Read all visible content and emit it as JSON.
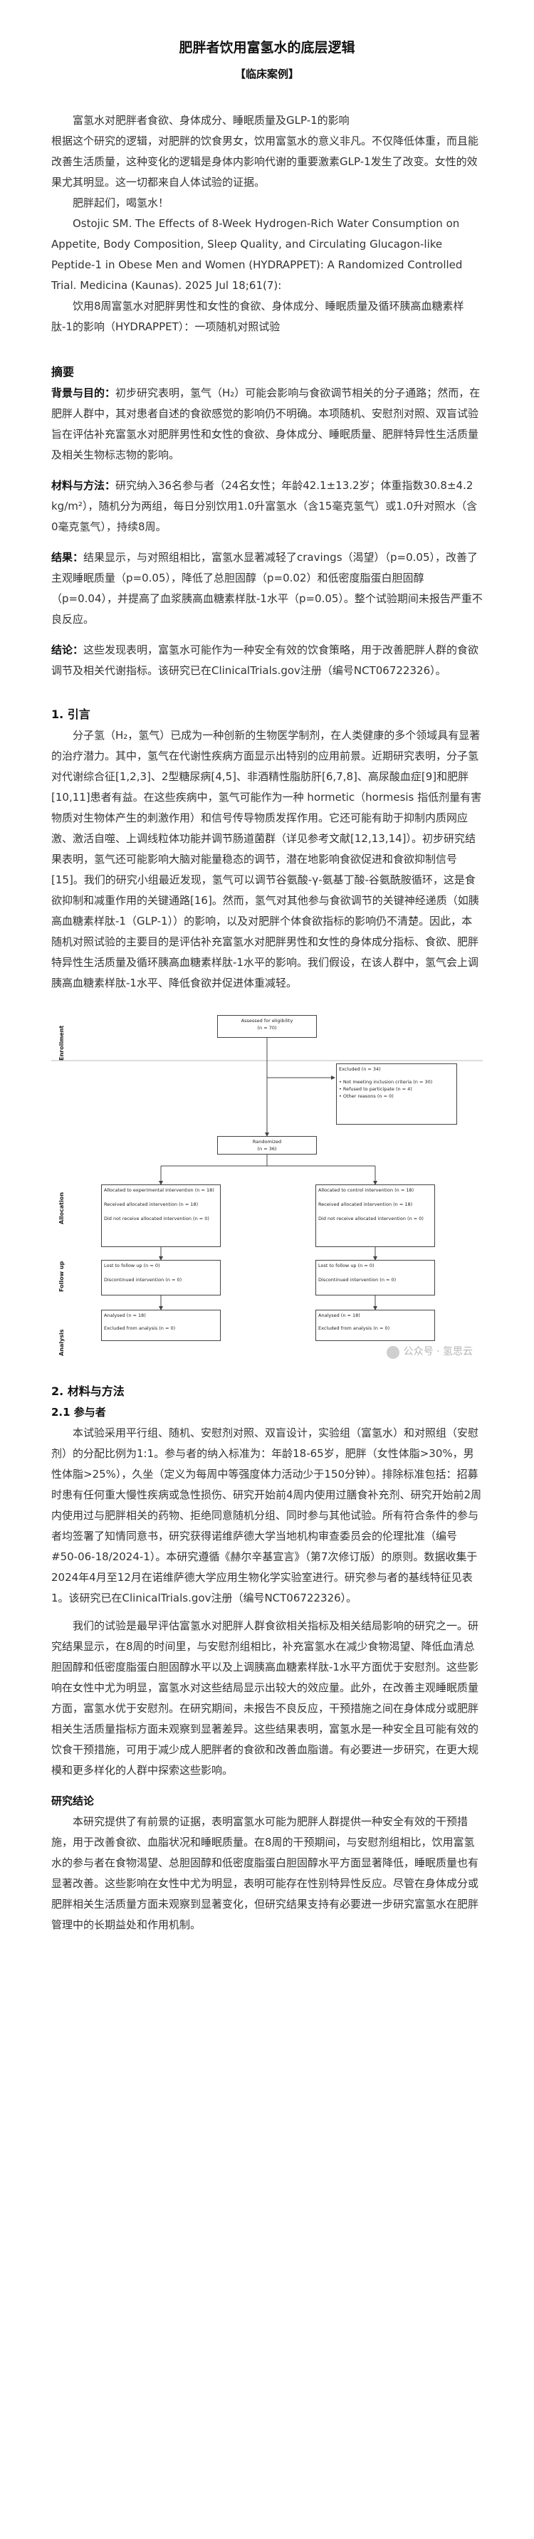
{
  "article": {
    "title": "肥胖者饮用富氢水的底层逻辑",
    "subtitle": "【临床案例】",
    "intro": [
      "富氢水对肥胖者食欲、身体成分、睡眠质量及GLP-1的影响",
      "根据这个研究的逻辑，对肥胖的饮食男女，饮用富氢水的意义非凡。不仅降低体重，而且能改善生活质量，这种变化的逻辑是身体内影响代谢的重要激素GLP-1发生了改变。女性的效果尤其明显。这一切都来自人体试验的证据。",
      "肥胖起们，喝氢水！"
    ],
    "reference_en": "Ostojic SM. The Effects of 8-Week Hydrogen-Rich Water Consumption on Appetite, Body Composition, Sleep Quality, and Circulating Glucagon-like Peptide-1 in Obese Men and Women (HYDRAPPET): A Randomized Controlled Trial. Medicina (Kaunas). 2025 Jul 18;61(7):",
    "reference_cn": "饮用8周富氢水对肥胖男性和女性的食欲、身体成分、睡眠质量及循环胰高血糖素样肽-1的影响（HYDRAPPET）：一项随机对照试验",
    "abstract": {
      "heading": "摘要",
      "items": [
        {
          "label": "背景与目的：",
          "text": "初步研究表明，氢气（H₂）可能会影响与食欲调节相关的分子通路；然而，在肥胖人群中，其对患者自述的食欲感觉的影响仍不明确。本项随机、安慰剂对照、双盲试验旨在评估补充富氢水对肥胖男性和女性的食欲、身体成分、睡眠质量、肥胖特异性生活质量及相关生物标志物的影响。"
        },
        {
          "label": "材料与方法：",
          "text": "研究纳入36名参与者（24名女性；年龄42.1±13.2岁；体重指数30.8±4.2 kg/m²），随机分为两组，每日分别饮用1.0升富氢水（含15毫克氢气）或1.0升对照水（含0毫克氢气），持续8周。"
        },
        {
          "label": "结果：",
          "text": "结果显示，与对照组相比，富氢水显著减轻了cravings（渴望）（p=0.05），改善了主观睡眠质量（p=0.05），降低了总胆固醇（p=0.02）和低密度脂蛋白胆固醇（p=0.04），并提高了血浆胰高血糖素样肽-1水平（p=0.05）。整个试验期间未报告严重不良反应。"
        },
        {
          "label": "结论：",
          "text": "这些发现表明，富氢水可能作为一种安全有效的饮食策略，用于改善肥胖人群的食欲调节及相关代谢指标。该研究已在ClinicalTrials.gov注册（编号NCT06722326）。"
        }
      ]
    },
    "section1": {
      "heading": "1. 引言",
      "paragraphs": [
        "分子氢（H₂，氢气）已成为一种创新的生物医学制剂，在人类健康的多个领域具有显著的治疗潜力。其中，氢气在代谢性疾病方面显示出特别的应用前景。近期研究表明，分子氢对代谢综合征[1,2,3]、2型糖尿病[4,5]、非酒精性脂肪肝[6,7,8]、高尿酸血症[9]和肥胖[10,11]患者有益。在这些疾病中，氢气可能作为一种 hormetic（hormesis 指低剂量有害物质对生物体产生的刺激作用）和信号传导物质发挥作用。它还可能有助于抑制内质网应激、激活自噬、上调线粒体功能并调节肠道菌群（详见参考文献[12,13,14]）。初步研究结果表明，氢气还可能影响大脑对能量稳态的调节，潜在地影响食欲促进和食欲抑制信号[15]。我们的研究小组最近发现，氢气可以调节谷氨酸-γ-氨基丁酸-谷氨酰胺循环，这是食欲抑制和减重作用的关键通路[16]。然而，氢气对其他参与食欲调节的关键神经递质（如胰高血糖素样肽-1（GLP-1））的影响，以及对肥胖个体食欲指标的影响仍不清楚。因此，本随机对照试验的主要目的是评估补充富氢水对肥胖男性和女性的身体成分指标、食欲、肥胖特异性生活质量及循环胰高血糖素样肽-1水平的影响。我们假设，在该人群中，氢气会上调胰高血糖素样肽-1水平、降低食欲并促进体重减轻。"
      ]
    },
    "flowchart": {
      "side_labels": [
        "Enrollment",
        "Allocation",
        "Follow up",
        "Analysis"
      ],
      "assessed": "Assessed for eligibility\n(n = 70)",
      "excluded_title": "Excluded (n = 34)",
      "excluded_items": "•  Not meeting inclusion criteria (n = 30)\n•  Refused to participate (n = 4)\n•  Other reasons (n = 0)",
      "randomized": "Randomized\n(n = 36)",
      "alloc_left": "Allocated to experimental intervention (n = 18)\n\nReceived allocated intervention (n = 18)\n\nDid not receive allocated intervention (n = 0)",
      "alloc_right": "Allocated to control intervention (n = 18)\n\nReceived allocated intervention (n = 18)\n\nDid not receive allocated intervention (n = 0)",
      "lost_left": "Lost to follow up (n = 0)",
      "lost_right": "Lost to follow up (n = 0)",
      "disc_left": "Discontinued intervention (n = 0)",
      "disc_right": "Discontinued intervention (n = 0)",
      "analysed_left": "Analysed (n = 18)",
      "analysed_right": "Analysed (n = 18)",
      "excl_left": "Excluded from analysis (n = 0)",
      "excl_right": "Excluded from analysis (n = 0)",
      "watermark": "公众号 · 氢思云"
    },
    "section2": {
      "heading": "2. 材料与方法",
      "sub_heading": "2.1 参与者",
      "paragraphs": [
        "本试验采用平行组、随机、安慰剂对照、双盲设计，实验组（富氢水）和对照组（安慰剂）的分配比例为1:1。参与者的纳入标准为：年龄18-65岁，肥胖（女性体脂>30%，男性体脂>25%），久坐（定义为每周中等强度体力活动少于150分钟）。排除标准包括：招募时患有任何重大慢性疾病或急性损伤、研究开始前4周内使用过膳食补充剂、研究开始前2周内使用过与肥胖相关的药物、拒绝同意随机分组、同时参与其他试验。所有符合条件的参与者均签署了知情同意书，研究获得诺维萨德大学当地机构审查委员会的伦理批准（编号#50-06-18/2024-1）。本研究遵循《赫尔辛基宣言》（第7次修订版）的原则。数据收集于2024年4月至12月在诺维萨德大学应用生物化学实验室进行。研究参与者的基线特征见表1。该研究已在ClinicalTrials.gov注册（编号NCT06722326）。",
        "我们的试验是最早评估富氢水对肥胖人群食欲相关指标及相关结局影响的研究之一。研究结果显示，在8周的时间里，与安慰剂组相比，补充富氢水在减少食物渴望、降低血清总胆固醇和低密度脂蛋白胆固醇水平以及上调胰高血糖素样肽-1水平方面优于安慰剂。这些影响在女性中尤为明显，富氢水对这些结局显示出较大的效应量。此外，在改善主观睡眠质量方面，富氢水优于安慰剂。在研究期间，未报告不良反应，干预措施之间在身体成分或肥胖相关生活质量指标方面未观察到显著差异。这些结果表明，富氢水是一种安全且可能有效的饮食干预措施，可用于减少成人肥胖者的食欲和改善血脂谱。有必要进一步研究，在更大规模和更多样化的人群中探索这些影响。"
      ]
    },
    "conclusion": {
      "heading": "研究结论",
      "text": "本研究提供了有前景的证据，表明富氢水可能为肥胖人群提供一种安全有效的干预措施，用于改善食欲、血脂状况和睡眠质量。在8周的干预期间，与安慰剂组相比，饮用富氢水的参与者在食物渴望、总胆固醇和低密度脂蛋白胆固醇水平方面显著降低，睡眠质量也有显著改善。这些影响在女性中尤为明显，表明可能存在性别特异性反应。尽管在身体成分或肥胖相关生活质量方面未观察到显著变化，但研究结果支持有必要进一步研究富氢水在肥胖管理中的长期益处和作用机制。"
    }
  }
}
